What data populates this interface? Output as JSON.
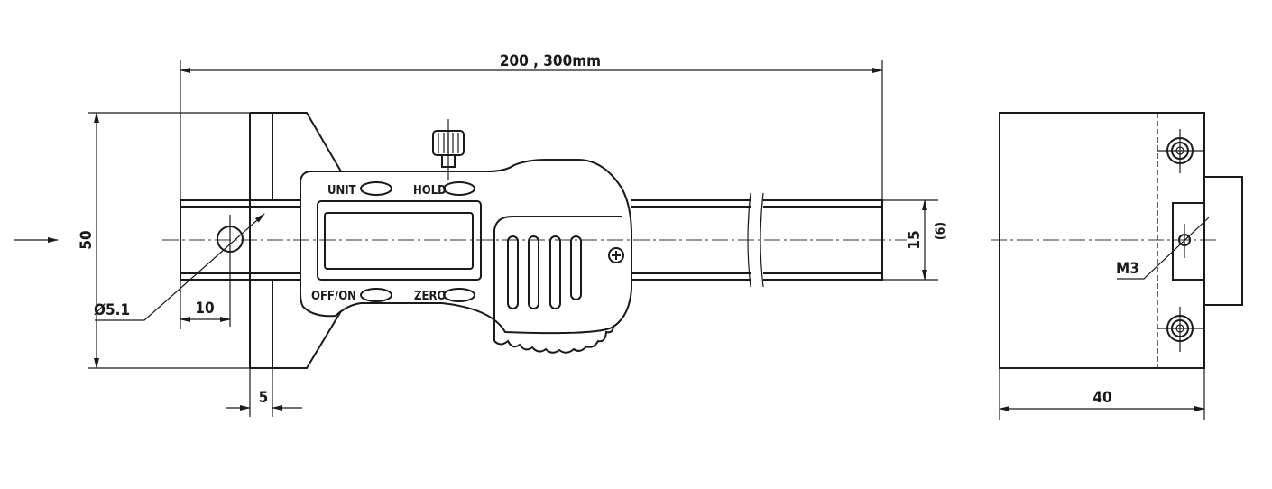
{
  "dimensions": {
    "length": "200 , 300mm",
    "height": "50",
    "hole_diameter": "Ø5.1",
    "hole_offset": "10",
    "base_thickness": "5",
    "beam_height": "15",
    "beam_sub": "(6)",
    "side_width": "40",
    "thread": "M3"
  },
  "buttons": {
    "unit": "UNIT",
    "hold": "HOLD",
    "off_on": "OFF/ON",
    "zero": "ZERO"
  }
}
